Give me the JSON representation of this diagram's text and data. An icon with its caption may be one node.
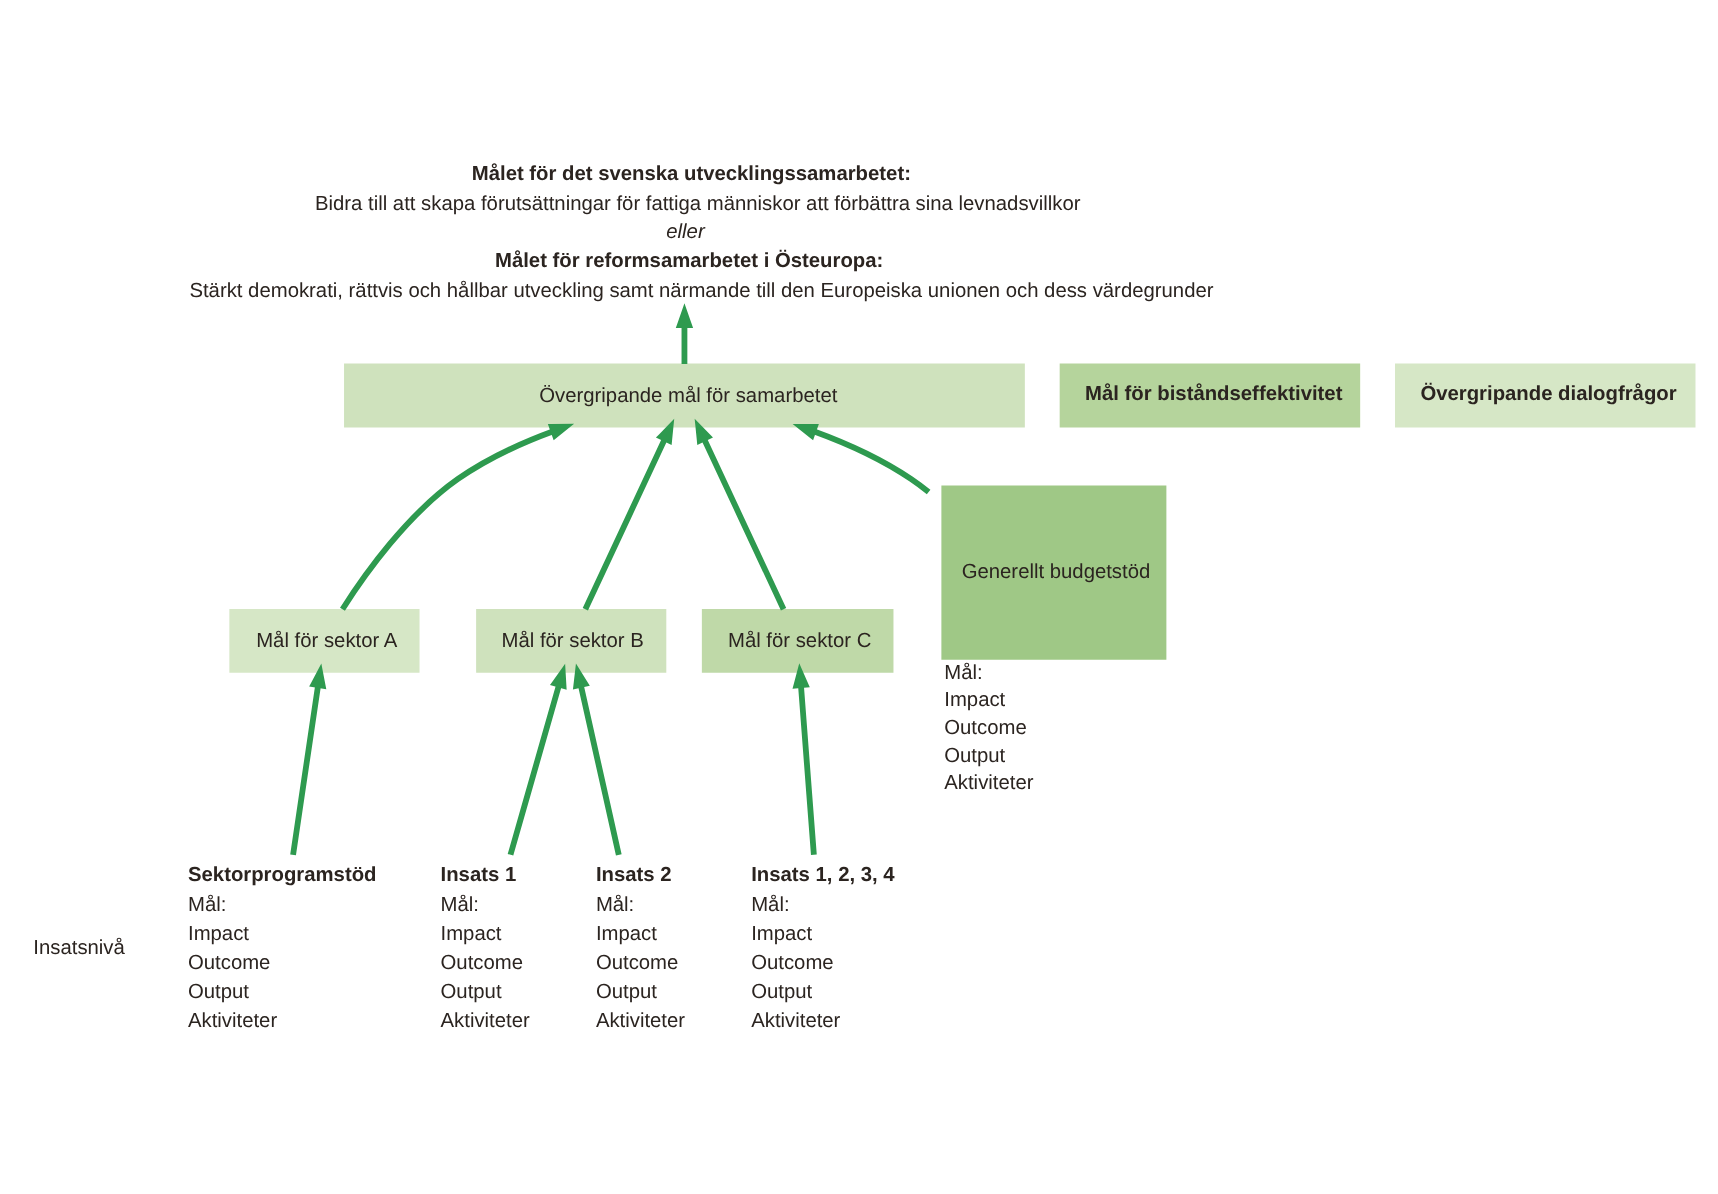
{
  "diagram": {
    "nodes": [
      {
        "text": [
          "Målet för det svenska utvecklingssamarbetet:",
          "Bidra till att skapa förutsättningar för fattiga människor att förbättra sina levnadsvillkor",
          "eller",
          "Målet för reformsamarbetet i Östeuropa:",
          "Stärkt demokrati, rättvis och hållbar utveckling samt närmande till den Europeiska unionen och dess värdegrunder"
        ]
      },
      {
        "text": [
          "Övergripande mål för samarbetet"
        ]
      },
      {
        "text": [
          "Mål för sektor A"
        ]
      },
      {
        "text": [
          "Mål för sektor B"
        ]
      },
      {
        "text": [
          "Mål för sektor C"
        ]
      },
      {
        "text": [
          "Generellt budgetstöd"
        ],
        "beside": [
          "Mål:",
          "Impact",
          "Outcome",
          "Output",
          "Aktiviteter"
        ]
      },
      {
        "text": [
          "Sektorprogramstöd",
          "Mål:",
          "Impact",
          "Outcome",
          "Output",
          "Aktiviteter"
        ]
      },
      {
        "text": [
          "Insats 1",
          "Mål:",
          "Impact",
          "Outcome",
          "Output",
          "Aktiviteter"
        ]
      },
      {
        "text": [
          "Insats 2",
          "Mål:",
          "Impact",
          "Outcome",
          "Output",
          "Aktiviteter"
        ]
      },
      {
        "text": [
          "Insats 1, 2, 3, 4",
          "Mål:",
          "Impact",
          "Outcome",
          "Output",
          "Aktiviteter"
        ]
      },
      {
        "text": [
          "Mål för biståndseffektivitet"
        ]
      },
      {
        "text": [
          "Övergripande dialogfrågor"
        ]
      }
    ],
    "edges": [
      {
        "from": 1,
        "to": 0,
        "arrow": "to"
      },
      {
        "from": 2,
        "to": 1,
        "arrow": "to"
      },
      {
        "from": 3,
        "to": 1,
        "arrow": "to"
      },
      {
        "from": 4,
        "to": 1,
        "arrow": "to"
      },
      {
        "from": 5,
        "to": 1,
        "arrow": "to"
      },
      {
        "from": 6,
        "to": 2,
        "arrow": "to"
      },
      {
        "from": 7,
        "to": 3,
        "arrow": "to"
      },
      {
        "from": 8,
        "to": 3,
        "arrow": "to"
      },
      {
        "from": 9,
        "to": 4,
        "arrow": "to"
      }
    ],
    "labels": [
      "Insatsnivå"
    ]
  }
}
